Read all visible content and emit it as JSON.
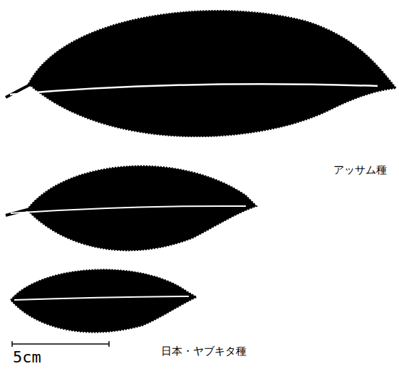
{
  "diagram": {
    "labels": [
      "アッサム種",
      "日本・ヤブキタ種",
      "5cm"
    ]
  }
}
